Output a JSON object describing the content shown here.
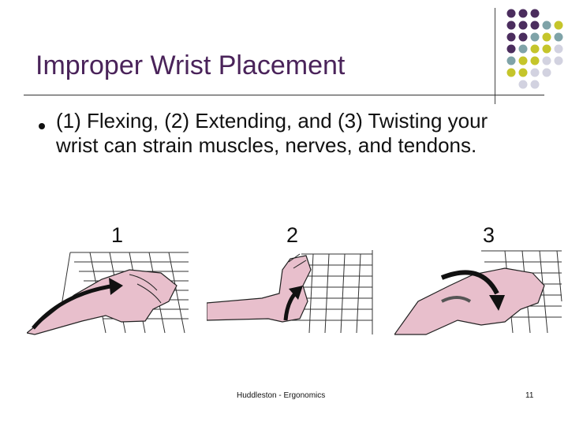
{
  "slide": {
    "title": "Improper Wrist Placement",
    "bullet_text": "(1) Flexing, (2) Extending, and (3) Twisting your wrist can strain muscles, nerves, and tendons.",
    "figures": [
      {
        "number": "1"
      },
      {
        "number": "2"
      },
      {
        "number": "3"
      }
    ],
    "footer_center": "Huddleston - Ergonomics",
    "page_number": "11"
  },
  "colors": {
    "title": "#4a235a",
    "dot_purple": "#4b2d5e",
    "dot_teal": "#7fa3a8",
    "dot_olive": "#c5c52b",
    "dot_lavender": "#d2d2e0",
    "skin": "#e8bfcc",
    "arrow": "#111111"
  }
}
